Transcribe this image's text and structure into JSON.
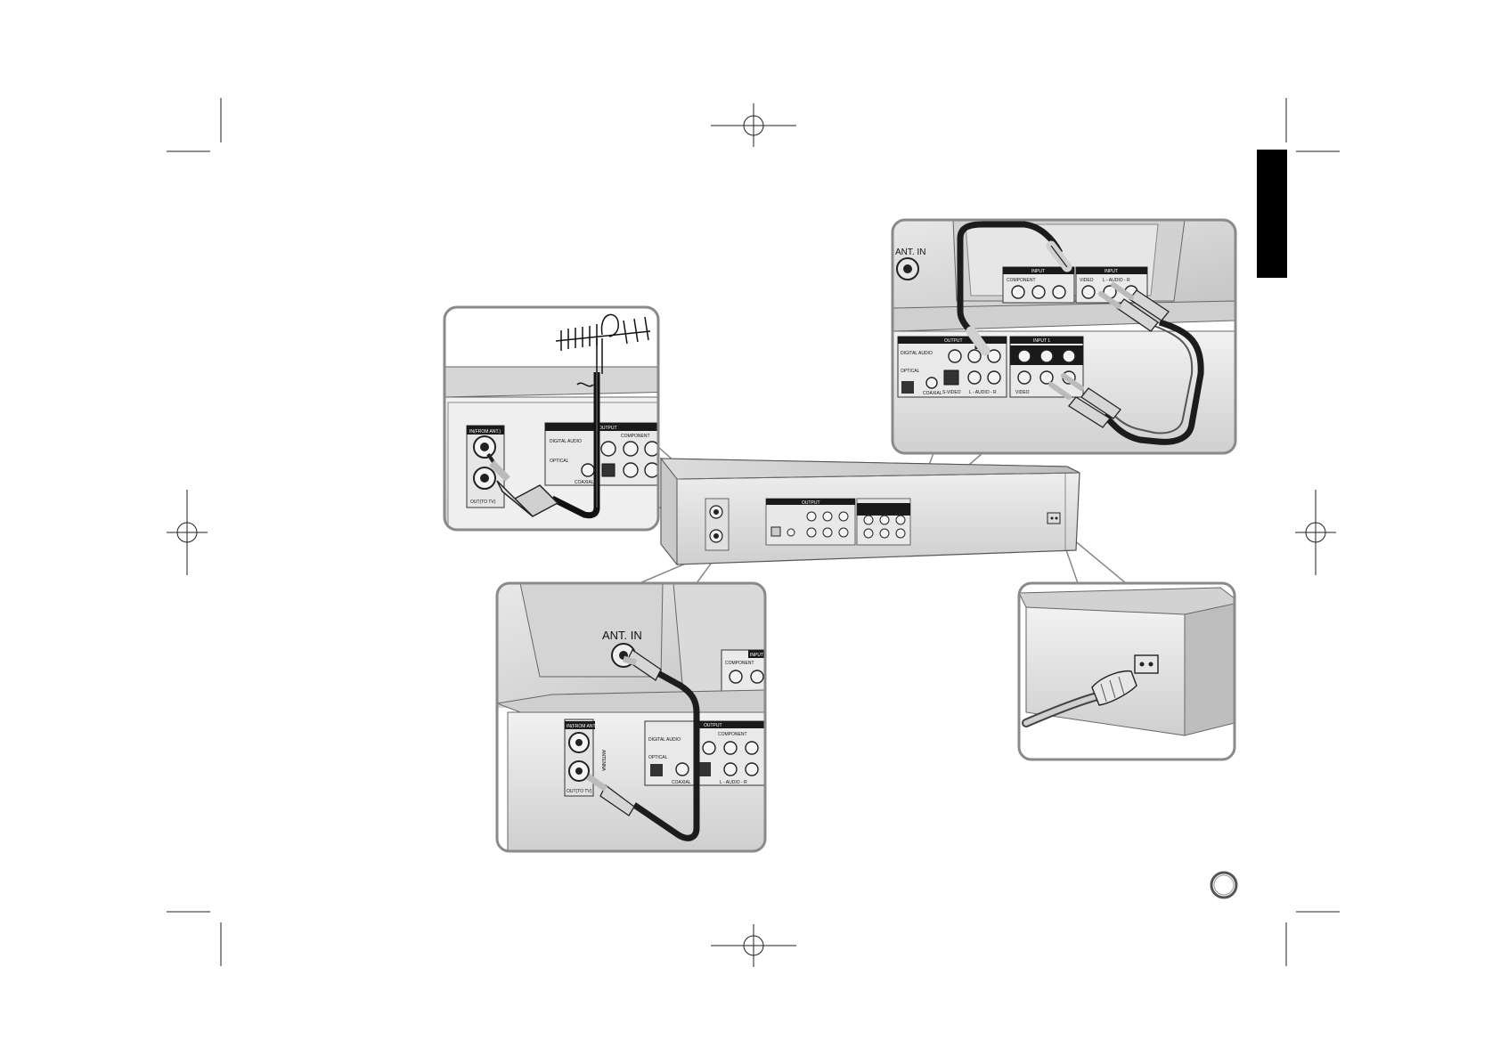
{
  "colors": {
    "panel_border": "#8a8a8a",
    "device_light": "#ececec",
    "device_mid": "#d4d4d4",
    "device_dark": "#a9a9a9",
    "jack_panel": "#1a1a1a",
    "cable": "#1c1c1c",
    "language_tab": "#000000"
  },
  "icons": [
    "registration-crosshair-icon",
    "antenna-icon",
    "power-plug-icon",
    "page-number-circle-icon"
  ],
  "recorder_labels": {
    "output": "OUTPUT",
    "digital_audio": "DIGITAL AUDIO",
    "component": "COMPONENT",
    "optical": "OPTICAL",
    "coaxial": "COAXIAL",
    "s_video": "S-VIDEO",
    "audio": "L - AUDIO - R",
    "input_1": "INPUT 1",
    "video": "VIDEO",
    "in_from_ant": "IN(FROM ANT.)",
    "out_to_tv": "OUT(TO TV)",
    "antenna": "ANTENNA"
  },
  "tv_labels": {
    "ant_in": "ANT. IN",
    "input": "INPUT",
    "component": "COMPONENT",
    "video": "VIDEO",
    "audio": "L - AUDIO - R"
  }
}
